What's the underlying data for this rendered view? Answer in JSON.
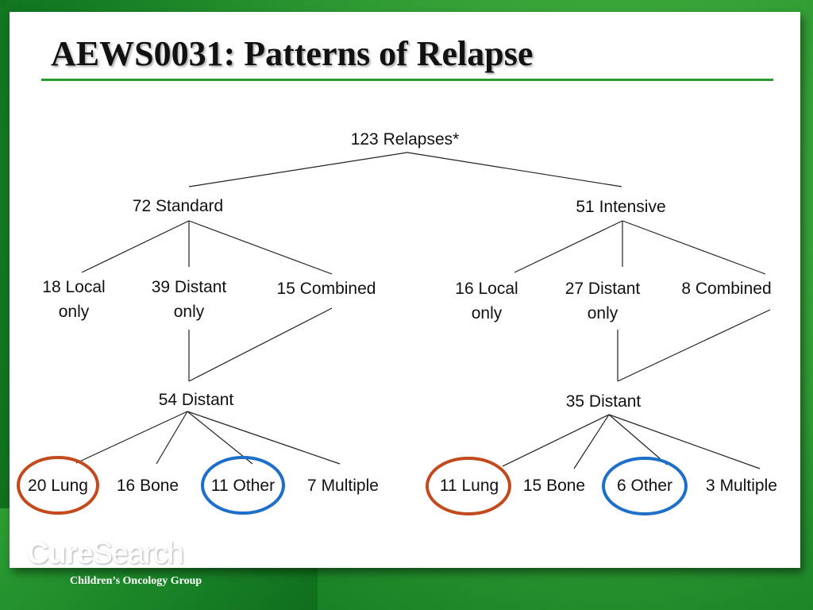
{
  "slide": {
    "title": "AEWS0031: Patterns of Relapse"
  },
  "tree": {
    "root": "123 Relapses*",
    "standard": {
      "label": "72 Standard",
      "local": [
        "18 Local",
        "only"
      ],
      "distant": [
        "39 Distant",
        "only"
      ],
      "combined": "15 Combined",
      "distant_total": "54 Distant",
      "sites": [
        "20 Lung",
        "16 Bone",
        "11 Other",
        "7 Multiple"
      ]
    },
    "intensive": {
      "label": "51 Intensive",
      "local": [
        "16 Local",
        "only"
      ],
      "distant": [
        "27 Distant",
        "only"
      ],
      "combined": "8 Combined",
      "distant_total": "35 Distant",
      "sites": [
        "11 Lung",
        "15 Bone",
        "6 Other",
        "3 Multiple"
      ]
    }
  },
  "highlights": {
    "lung_circle_color": "#c24a1c",
    "other_circle_color": "#1d6fc9"
  },
  "logo": {
    "main_bold": "Cure",
    "main_light": "Search",
    "sub": "Children’s Oncology Group"
  },
  "colors": {
    "frame_green": "#1f8a2a",
    "title_rule": "#2a9a2f"
  }
}
